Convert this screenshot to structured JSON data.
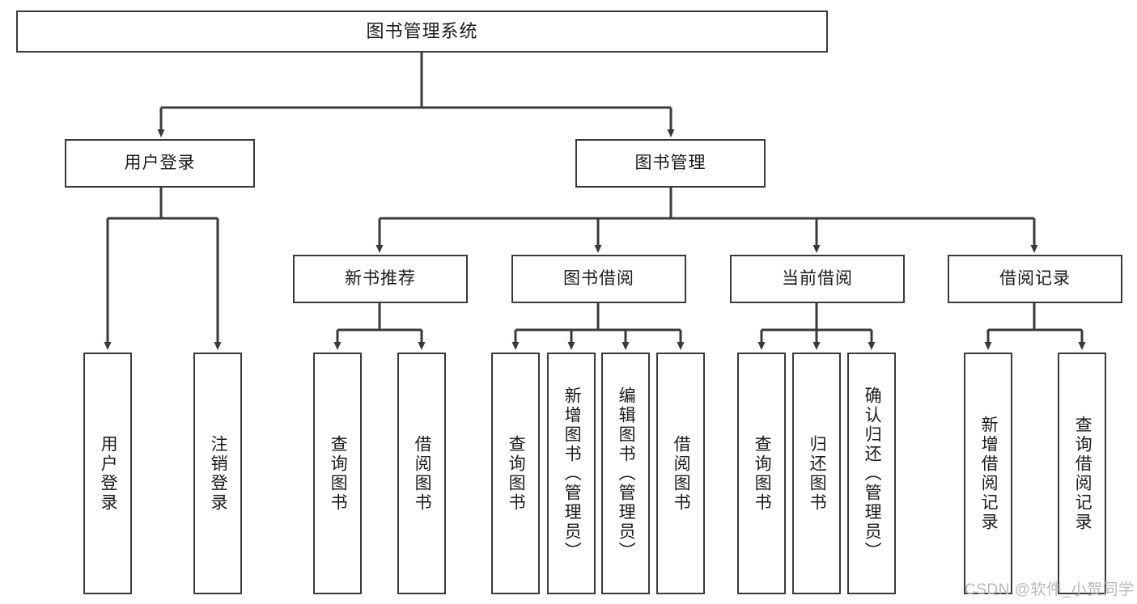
{
  "diagram": {
    "title": "图书管理系统",
    "type": "tree",
    "watermark": "CSDN @软件_小贺同学",
    "colors": {
      "box_border": "#3a3a3a",
      "box_fill": "#ffffff",
      "line": "#3a3a3a",
      "text": "#1a1a1a",
      "watermark": "#b9b9b9"
    },
    "nodes": {
      "root": {
        "label": "图书管理系统",
        "level": 1
      },
      "level2": [
        {
          "id": "user-login",
          "label": "用户登录"
        },
        {
          "id": "book-manage",
          "label": "图书管理"
        }
      ],
      "level3": [
        {
          "id": "new-book-recommend",
          "label": "新书推荐"
        },
        {
          "id": "book-borrow",
          "label": "图书借阅"
        },
        {
          "id": "current-borrow",
          "label": "当前借阅"
        },
        {
          "id": "borrow-record",
          "label": "借阅记录"
        }
      ],
      "leaves": {
        "user_login": [
          {
            "id": "leaf-user-login",
            "label": "用户登录"
          },
          {
            "id": "leaf-logout-login",
            "label": "注销登录"
          }
        ],
        "new_book_recommend": [
          {
            "id": "leaf-query-book-1",
            "label": "查询图书"
          },
          {
            "id": "leaf-borrow-book-1",
            "label": "借阅图书"
          }
        ],
        "book_borrow": [
          {
            "id": "leaf-query-book-2",
            "label": "查询图书"
          },
          {
            "id": "leaf-add-book",
            "label": "新增图书（管理员）"
          },
          {
            "id": "leaf-edit-book",
            "label": "编辑图书（管理员）"
          },
          {
            "id": "leaf-borrow-book-2",
            "label": "借阅图书"
          }
        ],
        "current_borrow": [
          {
            "id": "leaf-query-book-3",
            "label": "查询图书"
          },
          {
            "id": "leaf-return-book",
            "label": "归还图书"
          },
          {
            "id": "leaf-confirm-return",
            "label": "确认归还（管理员）"
          }
        ],
        "borrow_record": [
          {
            "id": "leaf-add-record",
            "label": "新增借阅记录"
          },
          {
            "id": "leaf-query-record",
            "label": "查询借阅记录"
          }
        ]
      }
    }
  }
}
